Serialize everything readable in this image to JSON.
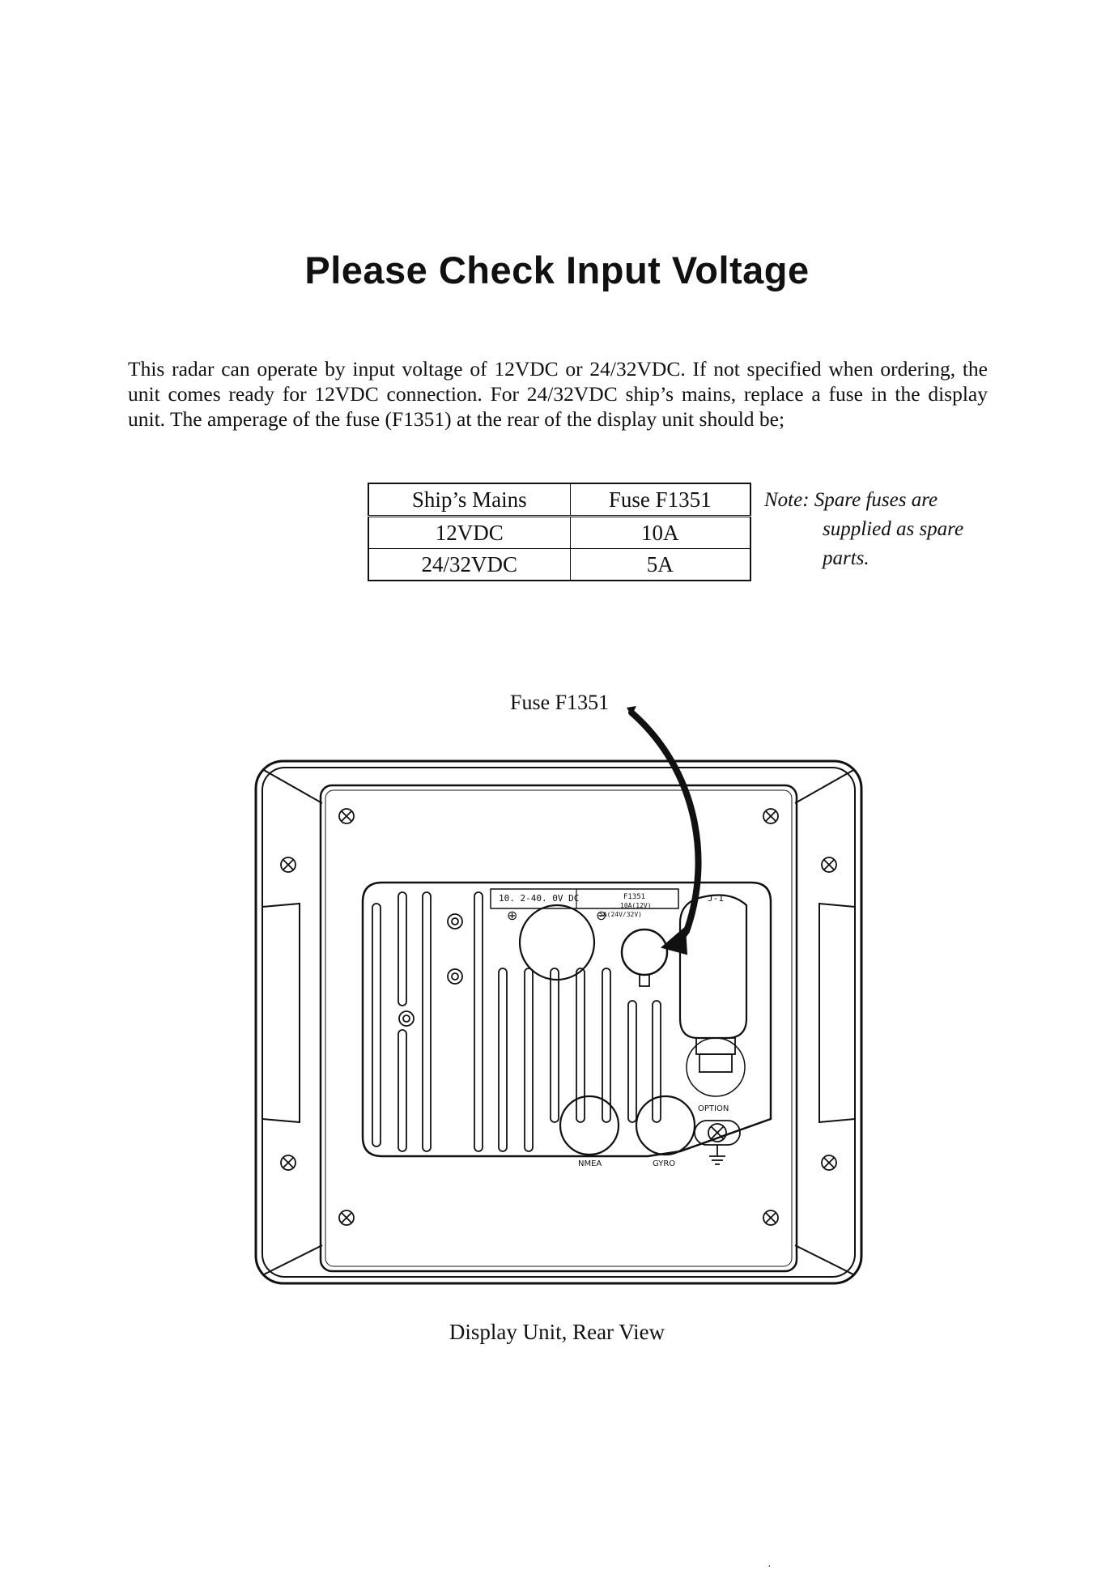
{
  "title": "Please Check Input Voltage",
  "intro": "This radar can operate by input voltage of 12VDC or 24/32VDC. If not specified when ordering, the unit comes ready for 12VDC connection. For 24/32VDC ship’s mains, replace a fuse in the display unit. The amperage of the fuse (F1351) at the rear of the display unit should be;",
  "table": {
    "headers": [
      "Ship’s Mains",
      "Fuse F1351"
    ],
    "rows": [
      [
        "12VDC",
        "10A"
      ],
      [
        "24/32VDC",
        "5A"
      ]
    ]
  },
  "note": {
    "label": "Note:",
    "line1": "Spare fuses are",
    "line2": "supplied as spare",
    "line3": "parts."
  },
  "figure": {
    "callout": "Fuse F1351",
    "power_label": "10. 2-40. 0V DC",
    "fuse_label_1": "F1351",
    "fuse_label_2": "10A(12V)",
    "fuse_label_3": "5A(24V/32V)",
    "connector_label": "J-1",
    "option_label": "OPTION",
    "nmea_label": "NMEA",
    "gyro_label": "GYRO"
  },
  "caption": "Display Unit, Rear View",
  "page_mark": "·"
}
